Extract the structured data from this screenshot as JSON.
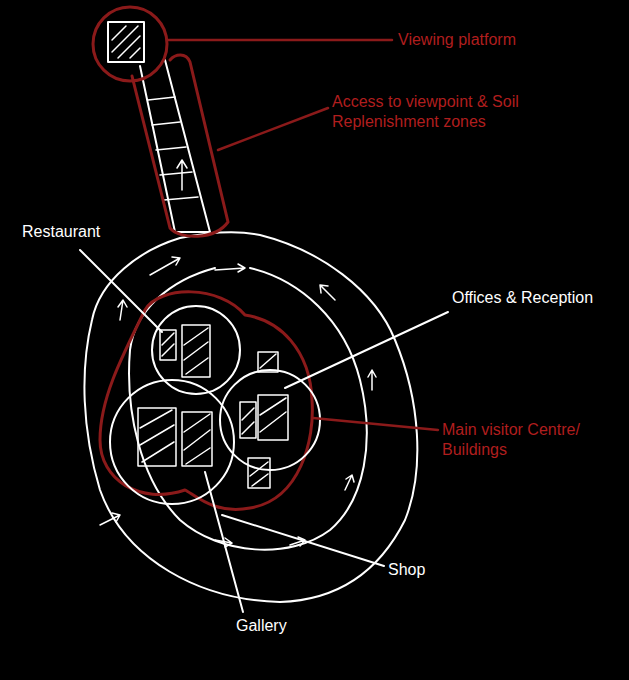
{
  "diagram": {
    "labels": [
      "Viewing platform",
      "Access to viewpoint & Soil Replenishment zones",
      "Restaurant",
      "Offices & Reception",
      "Main visitor Centre/ Buildings",
      "Shop",
      "Gallery"
    ]
  }
}
